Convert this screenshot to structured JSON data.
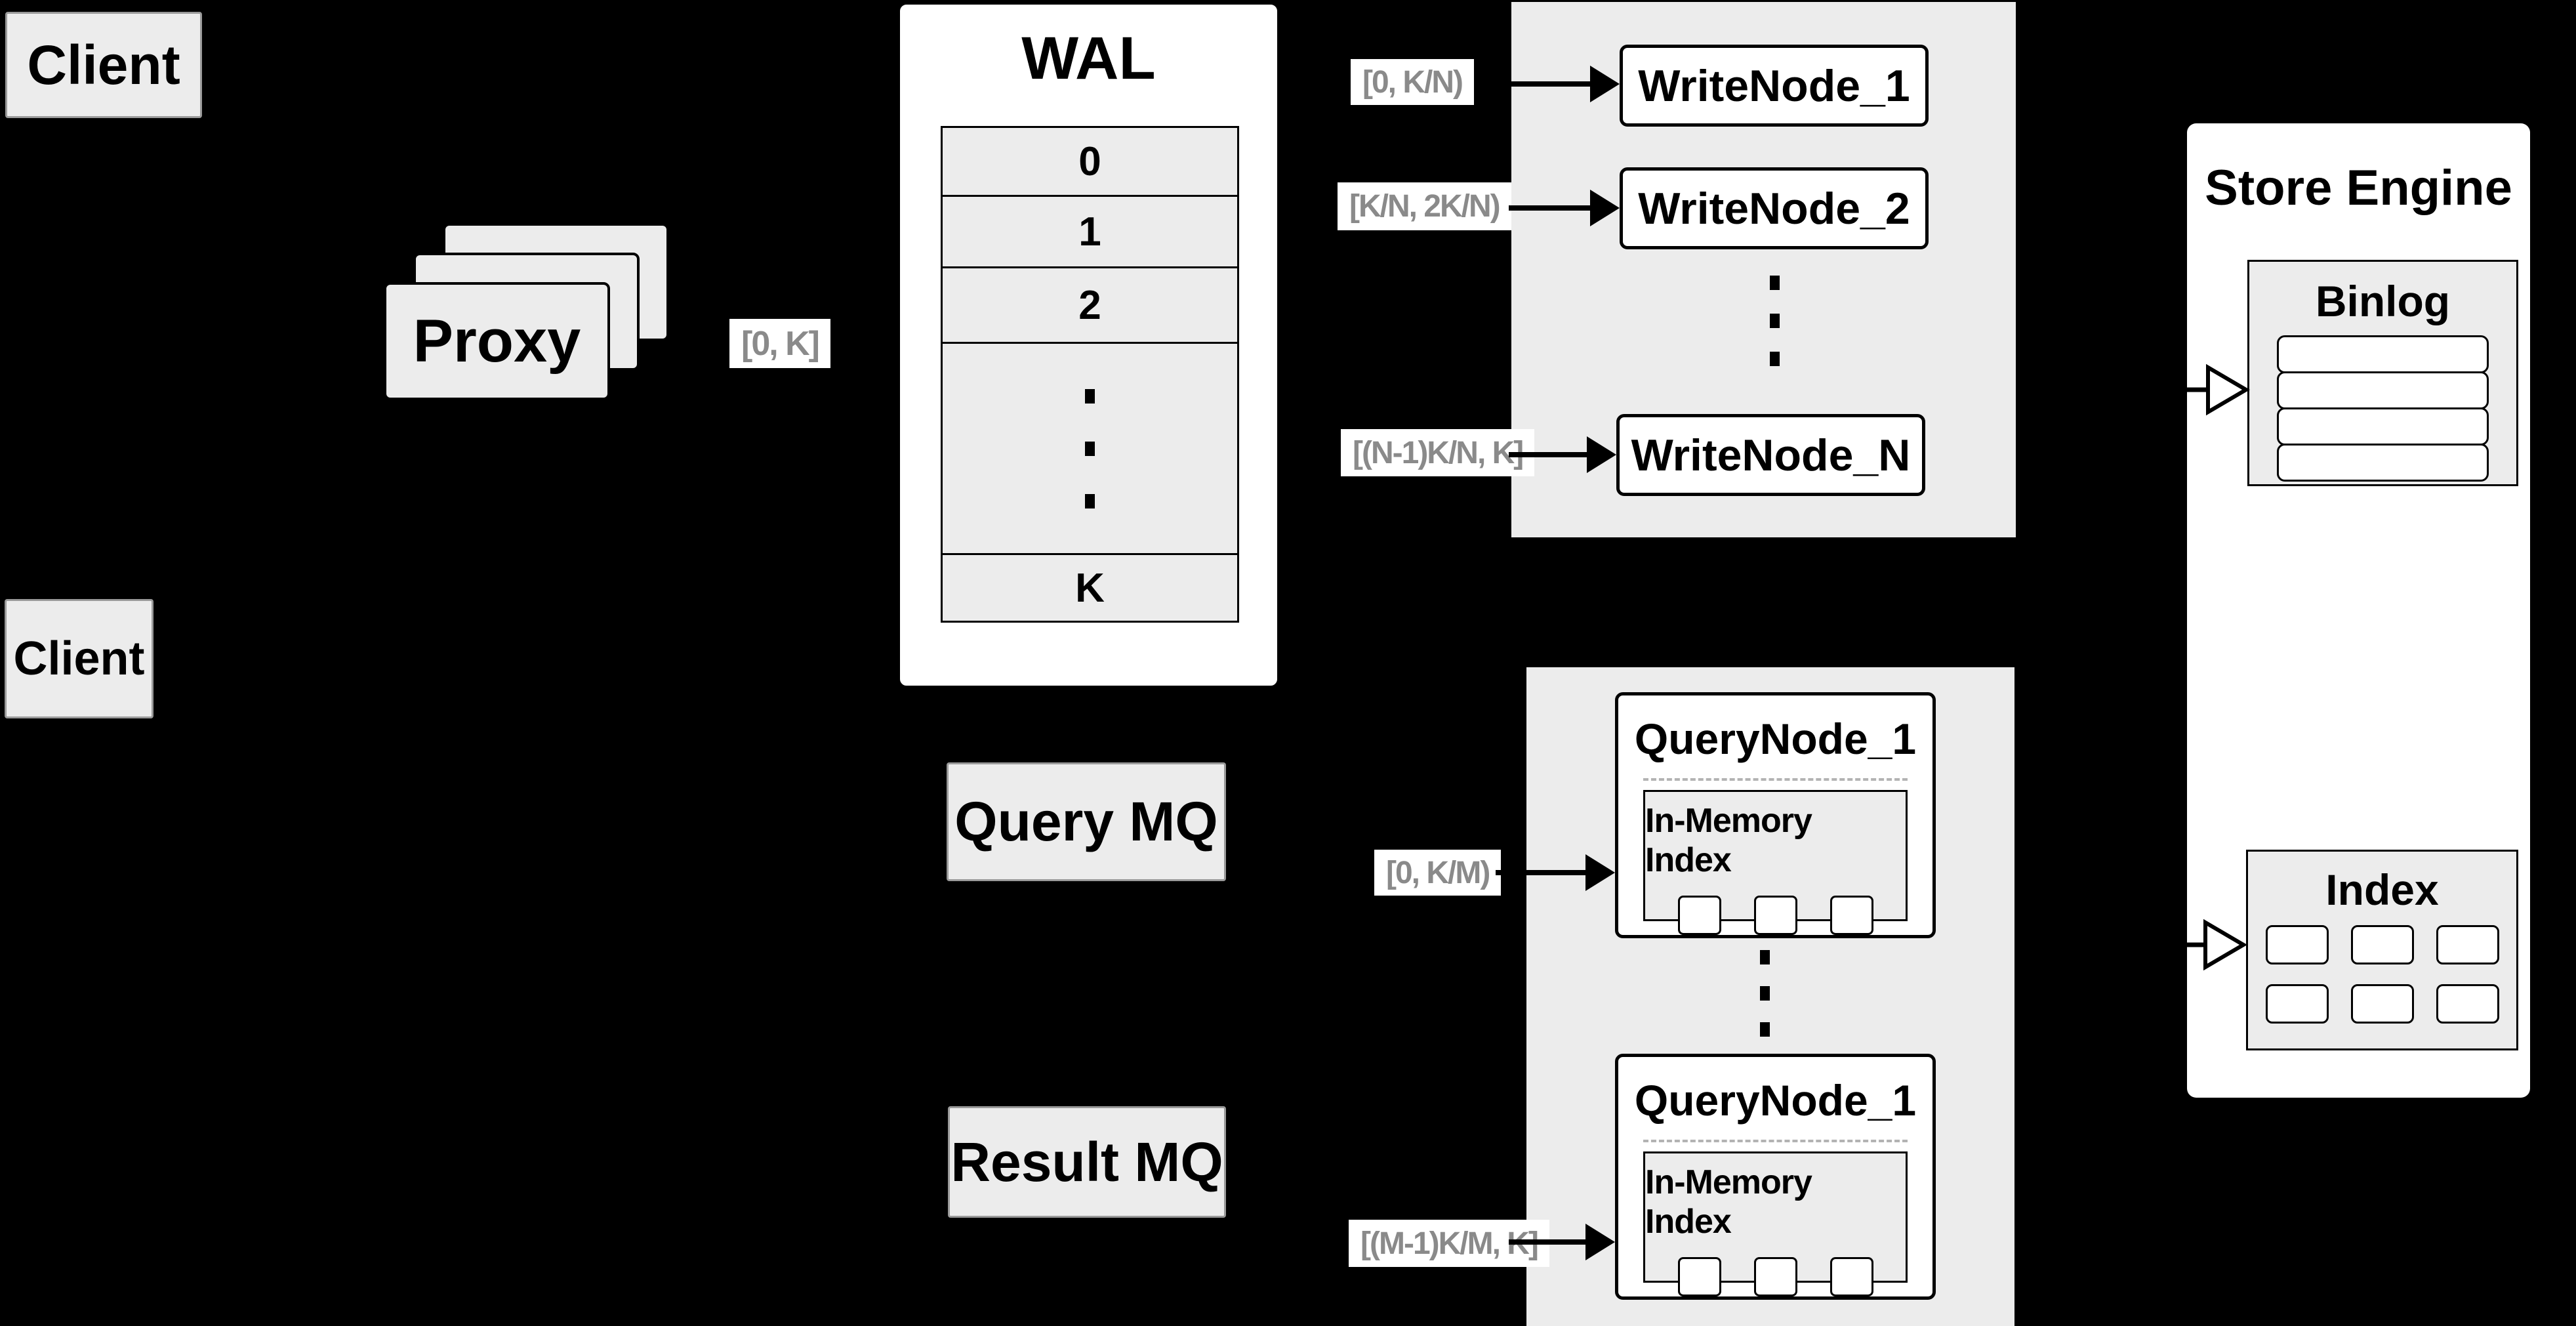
{
  "colors": {
    "background": "#000000",
    "box_gray": "#ececec",
    "box_white": "#ffffff",
    "line": "#000000",
    "range_text": "#8a8a8a",
    "border_gray": "#9a9a9a"
  },
  "client_top": {
    "label": "Client"
  },
  "client_bottom": {
    "label": "Client"
  },
  "proxy": {
    "label": "Proxy",
    "range": "[0, K]"
  },
  "wal": {
    "title": "WAL",
    "rows": [
      "0",
      "1",
      "2"
    ],
    "last_row": "K"
  },
  "write_group": {
    "ranges": [
      "[0,  K/N)",
      "[K/N, 2K/N)",
      "[(N-1)K/N,  K]"
    ],
    "nodes": [
      "WriteNode_1",
      "WriteNode_2",
      "WriteNode_N"
    ]
  },
  "query_mq": {
    "label": "Query MQ"
  },
  "result_mq": {
    "label": "Result MQ"
  },
  "query_group": {
    "ranges": [
      "[0, K/M)",
      "[(M-1)K/M, K]"
    ],
    "node_top": {
      "title": "QueryNode_1",
      "inner_title": "In-Memory Index"
    },
    "node_bottom": {
      "title": "QueryNode_1",
      "inner_title": "In-Memory Index"
    }
  },
  "store_engine": {
    "title": "Store Engine",
    "binlog": {
      "title": "Binlog",
      "row_count": 4
    },
    "index": {
      "title": "Index",
      "cell_count": 6
    }
  }
}
